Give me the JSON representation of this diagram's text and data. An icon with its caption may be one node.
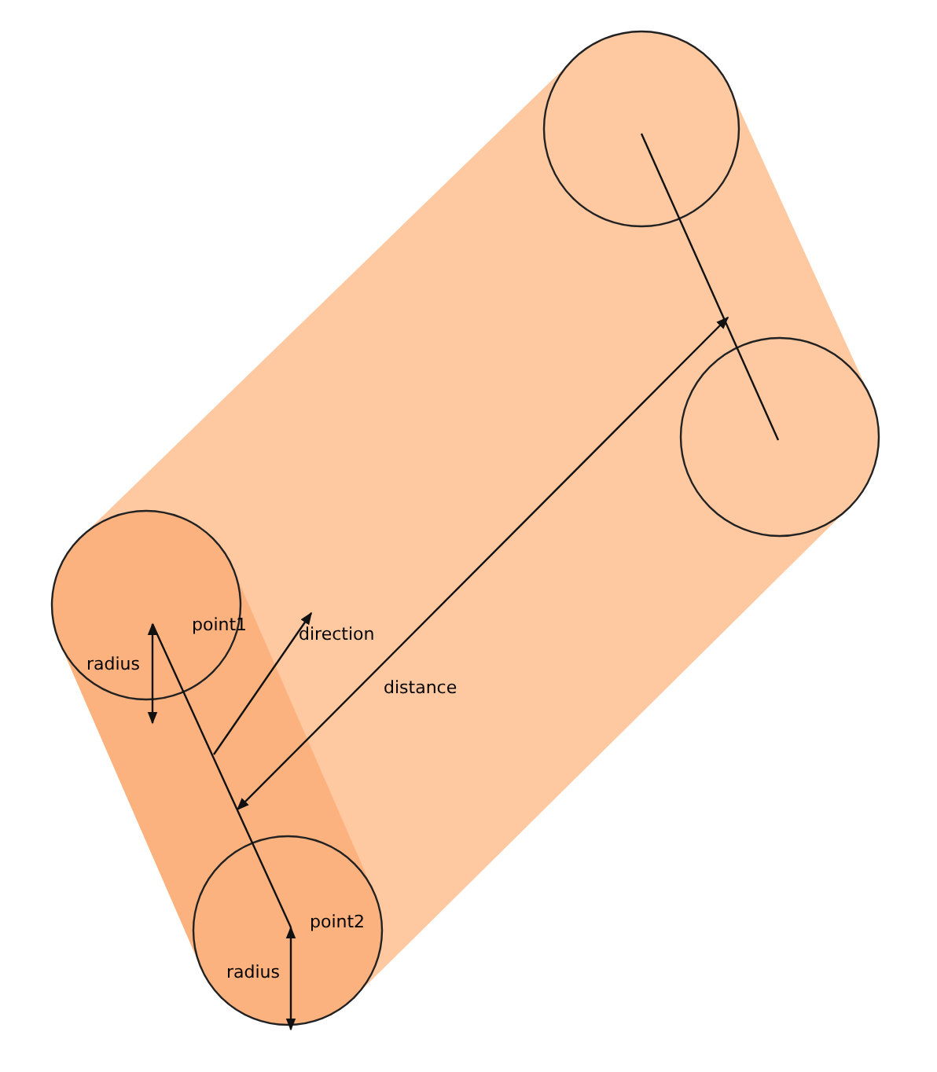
{
  "diagram": {
    "nodes": [
      {
        "text": [
          "point1",
          "radius"
        ]
      },
      {
        "text": [
          "point2",
          "radius"
        ]
      },
      {
        "text": [],
        "shape": "circle"
      },
      {
        "text": [],
        "shape": "circle"
      }
    ],
    "edges": [
      {
        "from": 0,
        "to": 1,
        "arrow": "none"
      },
      {
        "from": 2,
        "to": 3,
        "arrow": "none"
      }
    ],
    "labels": [
      "direction",
      "distance"
    ]
  }
}
